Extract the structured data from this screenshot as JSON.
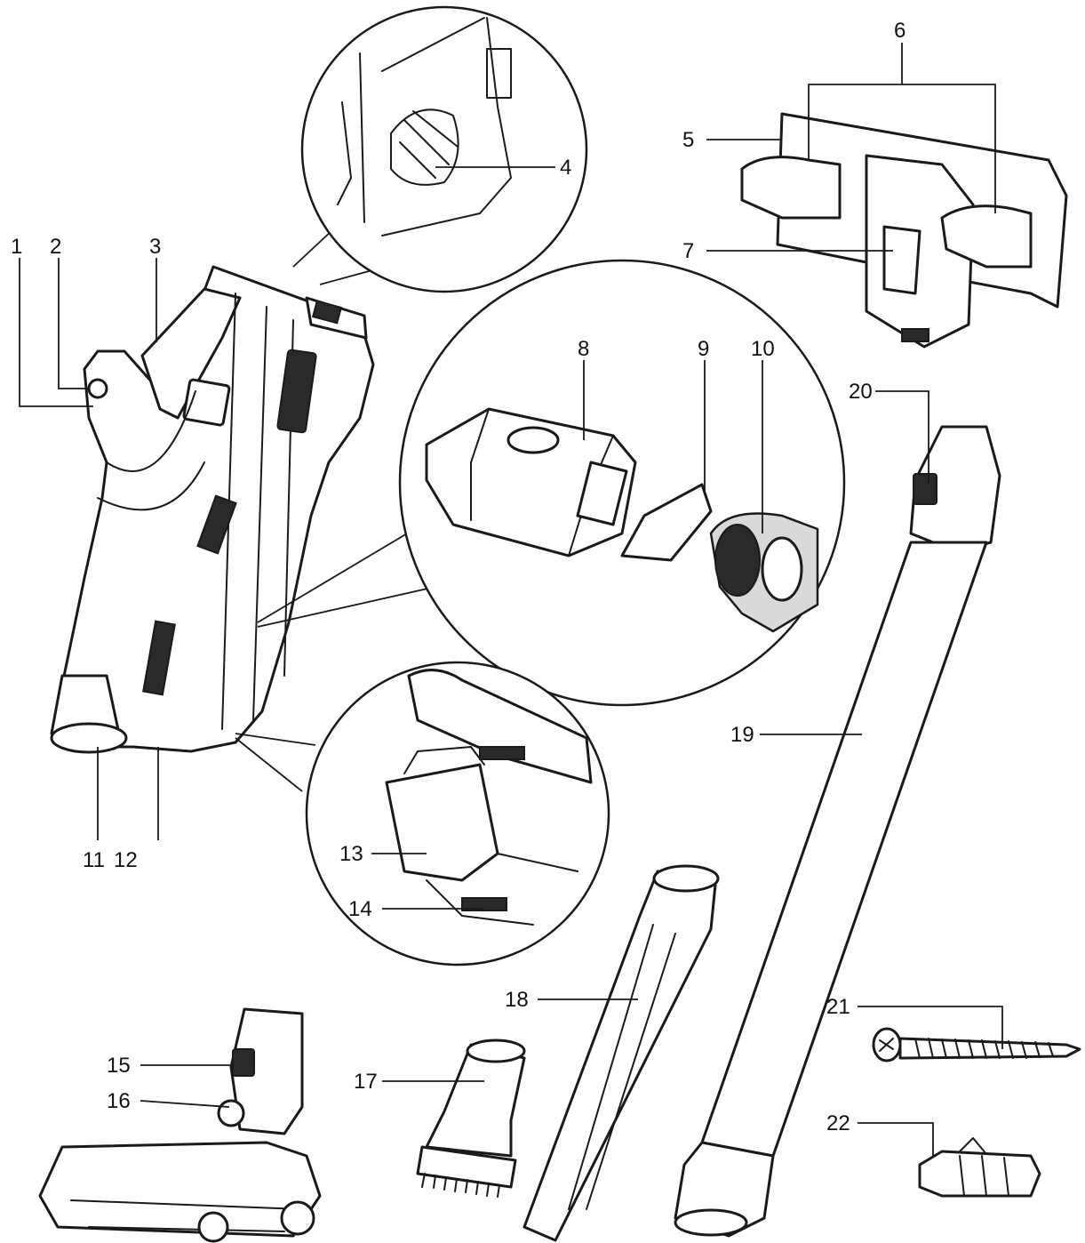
{
  "callouts": [
    {
      "id": "1",
      "label": "1"
    },
    {
      "id": "2",
      "label": "2"
    },
    {
      "id": "3",
      "label": "3"
    },
    {
      "id": "4",
      "label": "4"
    },
    {
      "id": "5",
      "label": "5"
    },
    {
      "id": "6",
      "label": "6"
    },
    {
      "id": "7",
      "label": "7"
    },
    {
      "id": "8",
      "label": "8"
    },
    {
      "id": "9",
      "label": "9"
    },
    {
      "id": "10",
      "label": "10"
    },
    {
      "id": "11",
      "label": "11"
    },
    {
      "id": "12",
      "label": "12"
    },
    {
      "id": "13",
      "label": "13"
    },
    {
      "id": "14",
      "label": "14"
    },
    {
      "id": "15",
      "label": "15"
    },
    {
      "id": "16",
      "label": "16"
    },
    {
      "id": "17",
      "label": "17"
    },
    {
      "id": "18",
      "label": "18"
    },
    {
      "id": "19",
      "label": "19"
    },
    {
      "id": "20",
      "label": "20"
    },
    {
      "id": "21",
      "label": "21"
    },
    {
      "id": "22",
      "label": "22"
    }
  ],
  "colors": {
    "line": "#1a1a1a",
    "background": "#ffffff",
    "shade": "#d9d9d9"
  }
}
